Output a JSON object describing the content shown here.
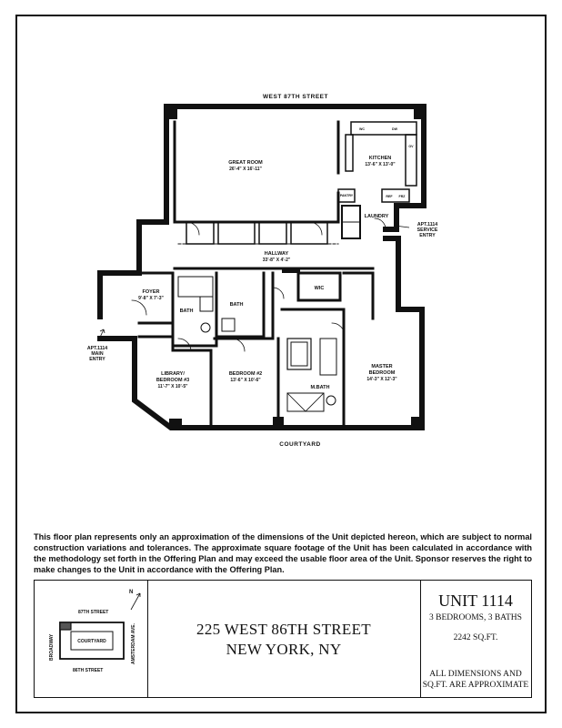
{
  "plan": {
    "street_north": "WEST 87TH STREET",
    "street_south": "COURTYARD",
    "rooms": {
      "great_room_name": "GREAT ROOM",
      "great_room_dims": "26'-4\" X 16'-11\"",
      "kitchen_name": "KITCHEN",
      "kitchen_dims": "13'-6\" X 13'-0\"",
      "hallway_name": "HALLWAY",
      "hallway_dims": "33'-8\" X 4'-2\"",
      "foyer_name": "FOYER",
      "foyer_dims": "9'-8\" X 7'-3\"",
      "bath_a": "BATH",
      "bath_b": "BATH",
      "library_name_1": "LIBRARY/",
      "library_name_2": "BEDROOM #3",
      "library_dims": "11'-7\" X 10'-5\"",
      "bedroom2_name": "BEDROOM #2",
      "bedroom2_dims": "13'-6\" X 10'-6\"",
      "master_name_1": "MASTER",
      "master_name_2": "BEDROOM",
      "master_dims": "14'-3\" X 12'-3\"",
      "mbath_name": "M.BATH",
      "wic_name": "WIC",
      "laundry_name": "LAUNDRY",
      "pantry_name": "PANTRY"
    },
    "appliances": {
      "wc": "WC",
      "dw": "DW",
      "ref": "REF",
      "frz": "FRZ",
      "ov": "OV"
    },
    "entries": {
      "service_1": "APT.1114",
      "service_2": "SERVICE",
      "service_3": "ENTRY",
      "main_1": "APT.1114",
      "main_2": "MAIN",
      "main_3": "ENTRY"
    }
  },
  "disclaimer": "This floor plan represents only an approximation of the dimensions of the Unit depicted hereon, which are subject to normal construction variations and tolerances. The approximate square footage of the Unit has been calculated in accordance with the methodology set forth in the Offering Plan and may exceed the usable floor area of the Unit. Sponsor reserves the right to make changes to the Unit in accordance with the Offering Plan.",
  "key_map": {
    "north_label": "N",
    "street_top": "87TH STREET",
    "street_bottom": "86TH STREET",
    "avenue_left": "BROADWAY",
    "avenue_right": "AMSTERDAM AVE.",
    "center_label": "COURTYARD"
  },
  "address": {
    "line1": "225 WEST 86TH STREET",
    "line2": "NEW YORK, NY"
  },
  "unit": {
    "title": "UNIT 1114",
    "rooms": "3 BEDROOMS, 3 BATHS",
    "area": "2242 SQ.FT.",
    "note_1": "ALL DIMENSIONS AND",
    "note_2": "SQ.FT. ARE APPROXIMATE"
  }
}
